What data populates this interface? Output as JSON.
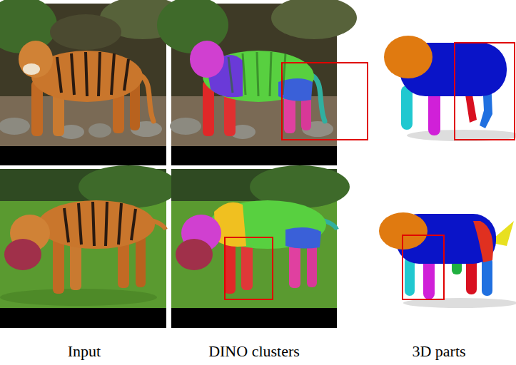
{
  "diagram": {
    "labels": [
      "Input",
      "DINO clusters",
      "3D parts"
    ]
  }
}
